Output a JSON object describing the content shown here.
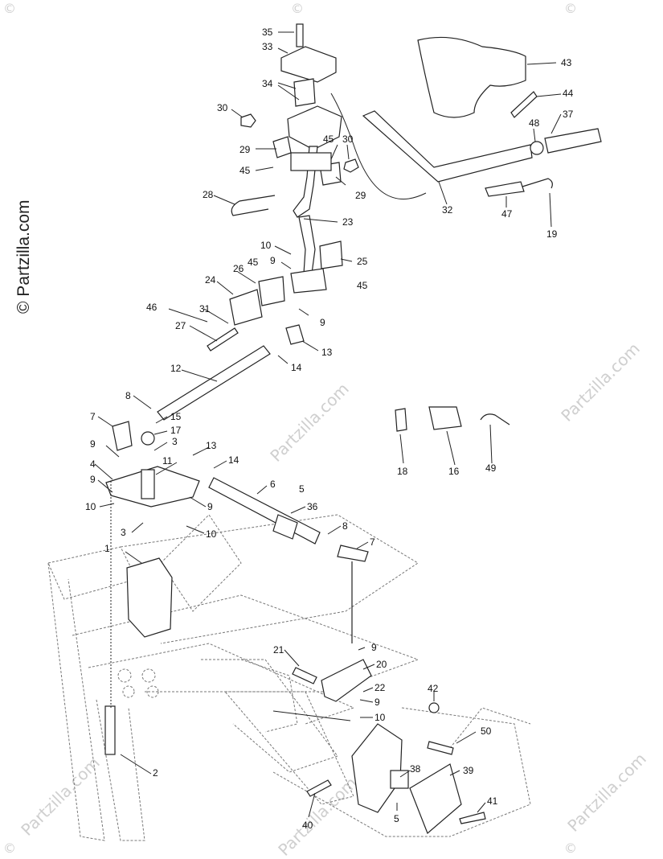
{
  "watermark": {
    "vertical": "© Partzilla.com",
    "tile": "Partzilla.com",
    "corner_symbol": "©"
  },
  "callouts": [
    {
      "id": "c35",
      "label": "35"
    },
    {
      "id": "c33",
      "label": "33"
    },
    {
      "id": "c34",
      "label": "34"
    },
    {
      "id": "c30a",
      "label": "30"
    },
    {
      "id": "c29a",
      "label": "29"
    },
    {
      "id": "c45a",
      "label": "45"
    },
    {
      "id": "c45b",
      "label": "45"
    },
    {
      "id": "c30b",
      "label": "30"
    },
    {
      "id": "c29b",
      "label": "29"
    },
    {
      "id": "c28",
      "label": "28"
    },
    {
      "id": "c23",
      "label": "23"
    },
    {
      "id": "c43",
      "label": "43"
    },
    {
      "id": "c44",
      "label": "44"
    },
    {
      "id": "c37",
      "label": "37"
    },
    {
      "id": "c48",
      "label": "48"
    },
    {
      "id": "c32",
      "label": "32"
    },
    {
      "id": "c47",
      "label": "47"
    },
    {
      "id": "c19",
      "label": "19"
    },
    {
      "id": "c10a",
      "label": "10"
    },
    {
      "id": "c9a",
      "label": "9"
    },
    {
      "id": "c25",
      "label": "25"
    },
    {
      "id": "c45c",
      "label": "45"
    },
    {
      "id": "c26",
      "label": "26"
    },
    {
      "id": "c45d",
      "label": "45"
    },
    {
      "id": "c24",
      "label": "24"
    },
    {
      "id": "c46",
      "label": "46"
    },
    {
      "id": "c31",
      "label": "31"
    },
    {
      "id": "c27",
      "label": "27"
    },
    {
      "id": "c9b",
      "label": "9"
    },
    {
      "id": "c13a",
      "label": "13"
    },
    {
      "id": "c14a",
      "label": "14"
    },
    {
      "id": "c12",
      "label": "12"
    },
    {
      "id": "c8a",
      "label": "8"
    },
    {
      "id": "c7a",
      "label": "7"
    },
    {
      "id": "c15",
      "label": "15"
    },
    {
      "id": "c17",
      "label": "17"
    },
    {
      "id": "c9c",
      "label": "9"
    },
    {
      "id": "c3a",
      "label": "3"
    },
    {
      "id": "c4",
      "label": "4"
    },
    {
      "id": "c11",
      "label": "11"
    },
    {
      "id": "c13b",
      "label": "13"
    },
    {
      "id": "c14b",
      "label": "14"
    },
    {
      "id": "c9d",
      "label": "9"
    },
    {
      "id": "c10b",
      "label": "10"
    },
    {
      "id": "c9e",
      "label": "9"
    },
    {
      "id": "c3b",
      "label": "3"
    },
    {
      "id": "c10c",
      "label": "10"
    },
    {
      "id": "c6",
      "label": "6"
    },
    {
      "id": "c5a",
      "label": "5"
    },
    {
      "id": "c36",
      "label": "36"
    },
    {
      "id": "c8b",
      "label": "8"
    },
    {
      "id": "c7b",
      "label": "7"
    },
    {
      "id": "c18",
      "label": "18"
    },
    {
      "id": "c16",
      "label": "16"
    },
    {
      "id": "c49",
      "label": "49"
    },
    {
      "id": "c1",
      "label": "1"
    },
    {
      "id": "c9f",
      "label": "9"
    },
    {
      "id": "c21",
      "label": "21"
    },
    {
      "id": "c20",
      "label": "20"
    },
    {
      "id": "c22",
      "label": "22"
    },
    {
      "id": "c42",
      "label": "42"
    },
    {
      "id": "c9g",
      "label": "9"
    },
    {
      "id": "c10d",
      "label": "10"
    },
    {
      "id": "c50",
      "label": "50"
    },
    {
      "id": "c2",
      "label": "2"
    },
    {
      "id": "c38",
      "label": "38"
    },
    {
      "id": "c39",
      "label": "39"
    },
    {
      "id": "c5b",
      "label": "5"
    },
    {
      "id": "c41",
      "label": "41"
    },
    {
      "id": "c40",
      "label": "40"
    }
  ]
}
